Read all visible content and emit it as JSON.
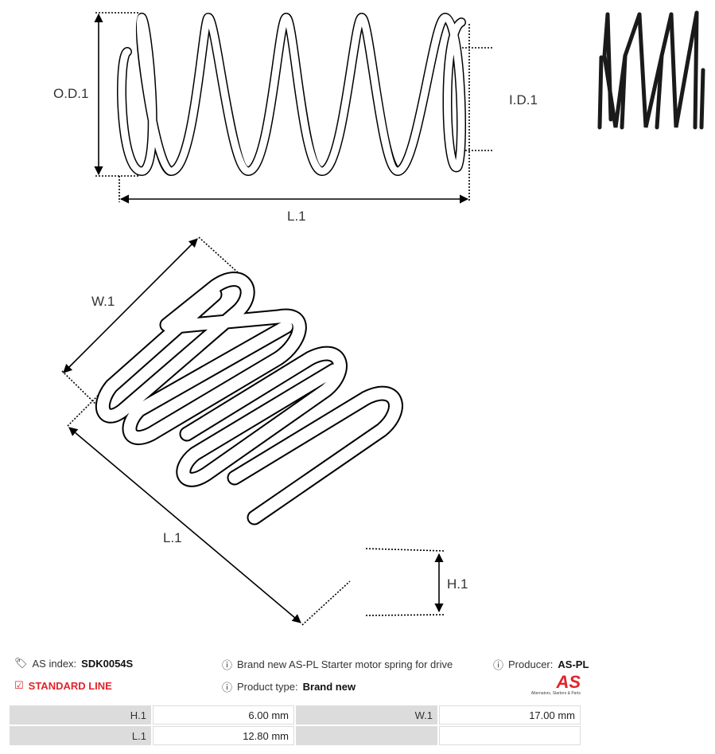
{
  "diagram": {
    "labels": {
      "od": "O.D.1",
      "id": "I.D.1",
      "l_top": "L.1",
      "w": "W.1",
      "l_bottom": "L.1",
      "h": "H.1"
    }
  },
  "info": {
    "as_index_label": "AS index:",
    "as_index_value": "SDK0054S",
    "line_label": "STANDARD LINE",
    "description": "Brand new AS-PL Starter motor spring for drive",
    "product_type_label": "Product type:",
    "product_type_value": "Brand new",
    "producer_label": "Producer:",
    "producer_value": "AS-PL",
    "logo_text": "AS",
    "logo_tagline": "Alternators, Starters & Parts"
  },
  "specs": [
    {
      "k1": "H.1",
      "v1": "6.00 mm",
      "k2": "W.1",
      "v2": "17.00 mm"
    },
    {
      "k1": "L.1",
      "v1": "12.80 mm",
      "k2": "",
      "v2": ""
    }
  ],
  "colors": {
    "accent": "#e0242b",
    "cell_bg": "#dcdcdc"
  }
}
